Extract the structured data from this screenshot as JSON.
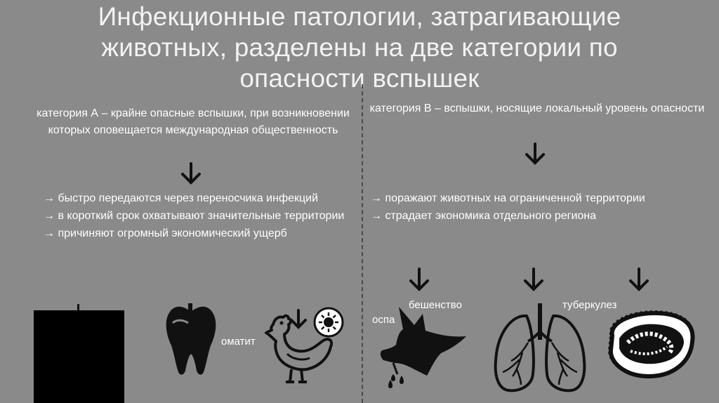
{
  "slide": {
    "title": "Инфекционные патологии, затрагивающие животных, разделены на две категории по опасности вспышек"
  },
  "category_a": {
    "heading": "категория А – крайне опасные вспышки, при возникновении которых оповещается международная общественность",
    "bullets": [
      "→ быстро передаются через переносчика инфекций",
      "→ в короткий срок охватывают значительные территории",
      "→ причиняют огромный экономический ущерб"
    ],
    "fragment_label": "оматит"
  },
  "category_b": {
    "heading": "категория В – вспышки, носящие локальный уровень опасности",
    "bullets": [
      "→ поражают животных на ограниченной территории",
      "→ страдает экономика отдельного региона"
    ],
    "disease_labels": [
      "оспа",
      "бешенство",
      "туберкулез"
    ]
  },
  "colors": {
    "background": "#8a8a8a",
    "icon": "#111111",
    "text": "#ffffff"
  },
  "icons": [
    "down-arrow-icon",
    "black-square",
    "tooth-icon",
    "chicken-icon",
    "virus-icon",
    "wolf-icon",
    "lungs-icon",
    "pox-virus-icon"
  ]
}
